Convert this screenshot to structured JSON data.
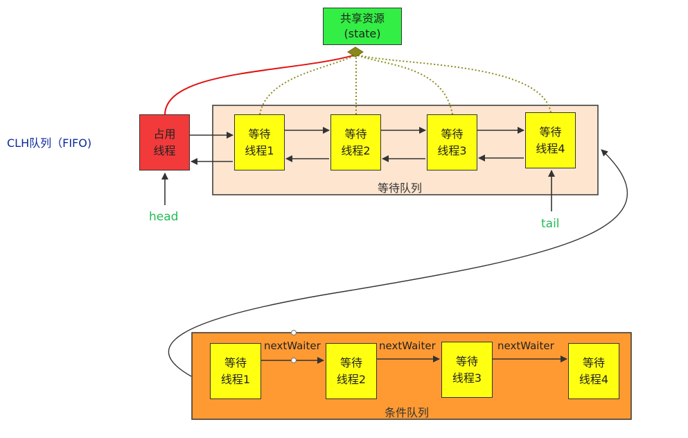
{
  "colors": {
    "shared_resource_fill": "#33ee44",
    "holding_thread_fill": "#f23a3a",
    "waiting_thread_fill": "#ffff11",
    "waiting_queue_fill": "#fde5cf",
    "condition_queue_fill": "#ff9a33",
    "state_link": "#e11111",
    "poll_link": "#8a8a1a",
    "queue_label": "#0a2a9a",
    "pointer_label": "#22bb55"
  },
  "shared_resource": {
    "line1": "共享资源",
    "line2": "(state)"
  },
  "clh": {
    "title": "CLH队列（FIFO)",
    "holder": "占用\n线程",
    "head_label": "head",
    "tail_label": "tail",
    "waiting_queue_label": "等待队列",
    "threads": [
      "等待\n线程1",
      "等待\n线程2",
      "等待\n线程3",
      "等待\n线程4"
    ]
  },
  "condition": {
    "queue_label": "条件队列",
    "threads": [
      "等待\n线程1",
      "等待\n线程2",
      "等待\n线程3",
      "等待\n线程4"
    ],
    "links": [
      "nextWaiter",
      "nextWaiter",
      "nextWaiter"
    ]
  }
}
